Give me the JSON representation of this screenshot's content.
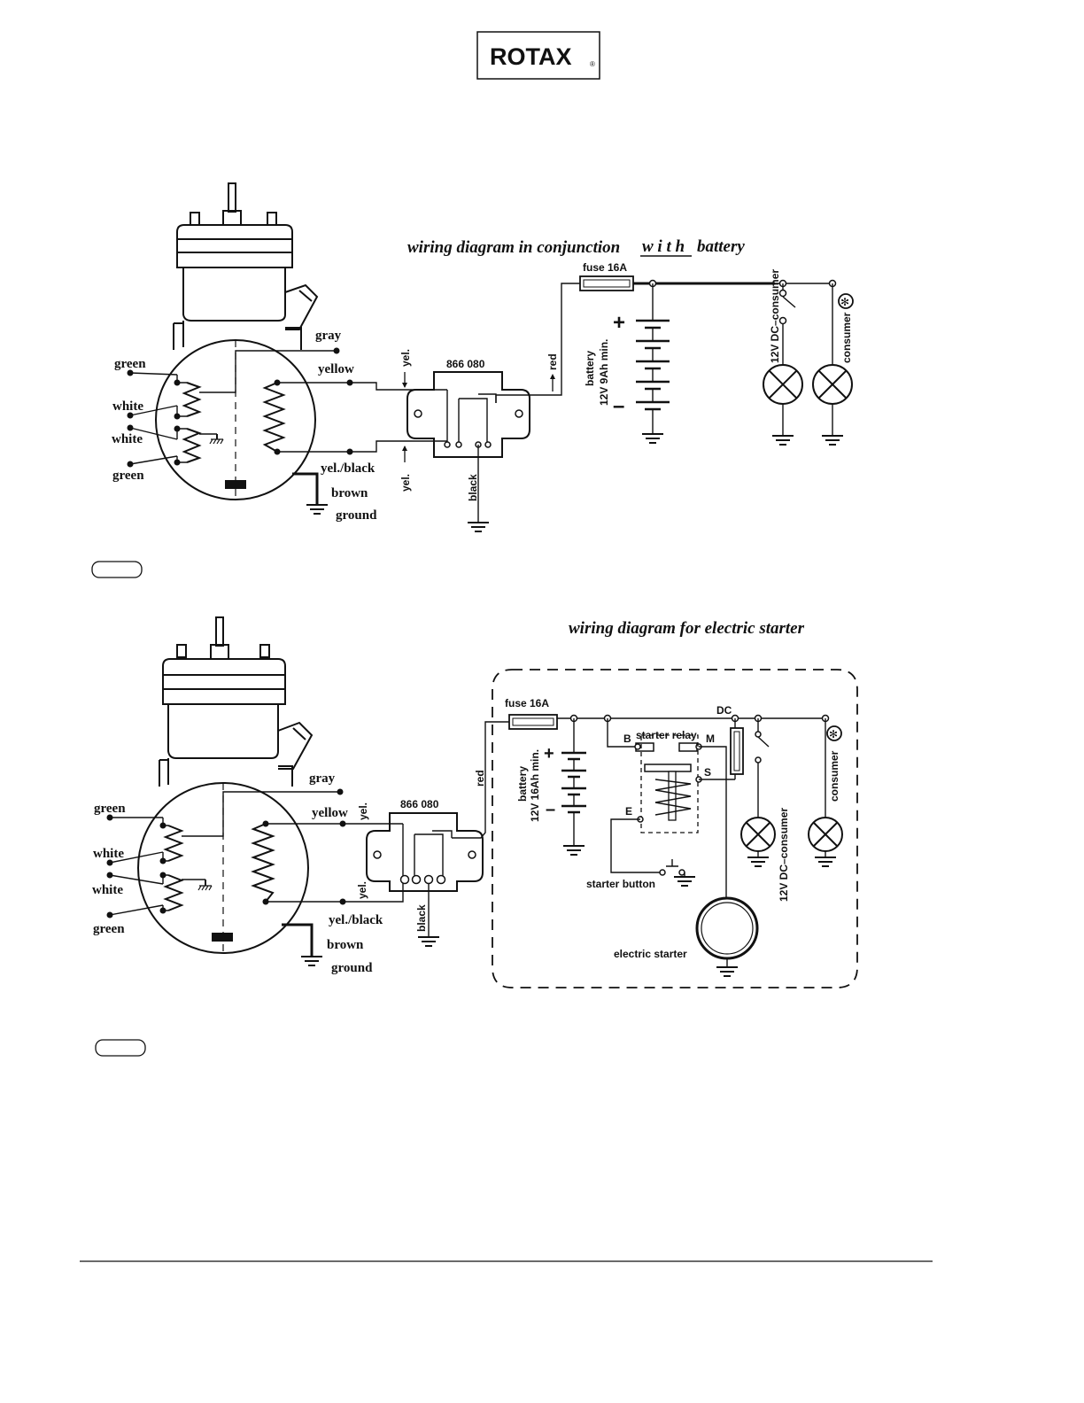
{
  "logo": {
    "text": "ROTAX",
    "mark": "®"
  },
  "diagram1": {
    "title_pre": "wiring diagram in conjunction",
    "title_with": "w i t h",
    "title_post": "battery",
    "wires": {
      "gray": "gray",
      "green_top": "green",
      "white_top": "white",
      "white_bottom": "white",
      "green_bottom": "green",
      "yellow": "yellow",
      "yel_black": "yel./black",
      "brown": "brown",
      "ground": "ground",
      "yel_top": "yel.",
      "yel_bottom": "yel.",
      "black": "black",
      "red": "red"
    },
    "regulator": "866 080",
    "fuse": "fuse 16A",
    "battery": {
      "line1": "battery",
      "line2": "12V  9Ah  min.",
      "plus": "+",
      "minus": "–"
    },
    "consumer_dc": "12V DC–consumer",
    "consumer": "consumer",
    "asterisk": "✻"
  },
  "diagram2": {
    "title": "wiring diagram for electric starter",
    "wires": {
      "gray": "gray",
      "green_top": "green",
      "white_top": "white",
      "white_bottom": "white",
      "green_bottom": "green",
      "yellow": "yellow",
      "yel_black": "yel./black",
      "brown": "brown",
      "ground": "ground",
      "yel_top": "yel.",
      "yel_bottom": "yel.",
      "black": "black",
      "red": "red"
    },
    "regulator": "866 080",
    "fuse": "fuse 16A",
    "battery": {
      "line1": "battery",
      "line2": "12V 16Ah min.",
      "plus": "+",
      "minus": "–"
    },
    "relay": {
      "label": "starter relay",
      "B": "B",
      "M": "M",
      "S": "S",
      "E": "E"
    },
    "dc": "DC",
    "starter_button": "starter button",
    "electric_starter": "electric starter",
    "consumer_dc": "12V DC–consumer",
    "consumer": "consumer",
    "asterisk": "✻"
  }
}
